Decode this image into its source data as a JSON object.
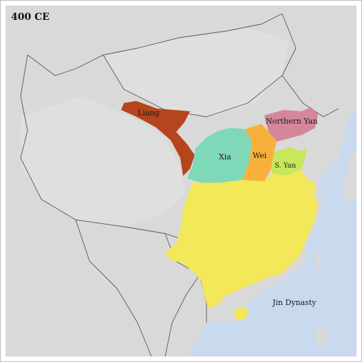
{
  "map": {
    "year_label": "400 CE",
    "colors": {
      "sea": "#c9d9ee",
      "land": "#d9d9d9",
      "land_light": "#e6e6e6",
      "border": "#555555",
      "liang": "#b5451d",
      "northern_yan": "#d4879a",
      "xia": "#7fd9b8",
      "wei": "#f7b13b",
      "southern_yan": "#c6e85a",
      "jin": "#f2e85a"
    },
    "states": [
      {
        "id": "liang",
        "label": "Liang"
      },
      {
        "id": "northern_yan",
        "label": "Northern Yan"
      },
      {
        "id": "xia",
        "label": "Xia"
      },
      {
        "id": "wei",
        "label": "Wei"
      },
      {
        "id": "southern_yan",
        "label": "S. Yan"
      },
      {
        "id": "jin",
        "label": "Jin Dynasty"
      }
    ]
  }
}
